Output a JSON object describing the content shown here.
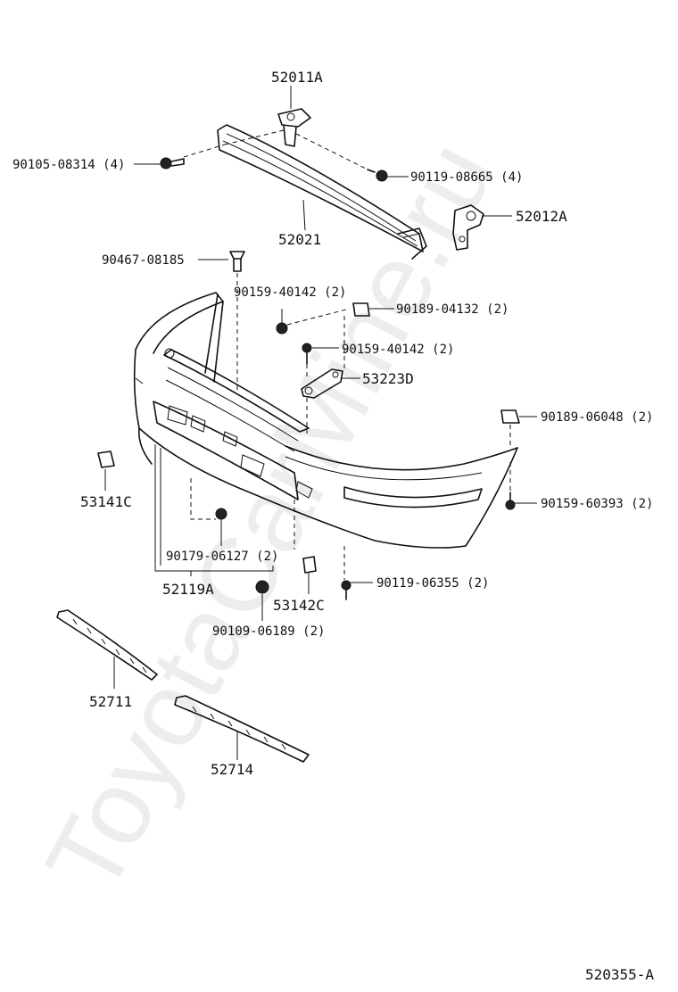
{
  "watermark": "ToyotaCarMine.ru",
  "diagram_code": "520355-A",
  "part_labels": [
    {
      "id": "52011A",
      "text": "52011A"
    },
    {
      "id": "90105-08314",
      "text": "90105-08314 (4)"
    },
    {
      "id": "90119-08665",
      "text": "90119-08665 (4)"
    },
    {
      "id": "52012A",
      "text": "52012A"
    },
    {
      "id": "52021",
      "text": "52021"
    },
    {
      "id": "90467-08185",
      "text": "90467-08185"
    },
    {
      "id": "90159-40142-a",
      "text": "90159-40142 (2)"
    },
    {
      "id": "90189-04132",
      "text": "90189-04132 (2)"
    },
    {
      "id": "90159-40142-b",
      "text": "90159-40142 (2)"
    },
    {
      "id": "53223D",
      "text": "53223D"
    },
    {
      "id": "90189-06048",
      "text": "90189-06048 (2)"
    },
    {
      "id": "53141C",
      "text": "53141C"
    },
    {
      "id": "90159-60393",
      "text": "90159-60393 (2)"
    },
    {
      "id": "90179-06127",
      "text": "90179-06127 (2)"
    },
    {
      "id": "90119-06355",
      "text": "90119-06355 (2)"
    },
    {
      "id": "52119A",
      "text": "52119A"
    },
    {
      "id": "53142C",
      "text": "53142C"
    },
    {
      "id": "90109-06189",
      "text": "90109-06189 (2)"
    },
    {
      "id": "52711",
      "text": "52711"
    },
    {
      "id": "52714",
      "text": "52714"
    }
  ]
}
